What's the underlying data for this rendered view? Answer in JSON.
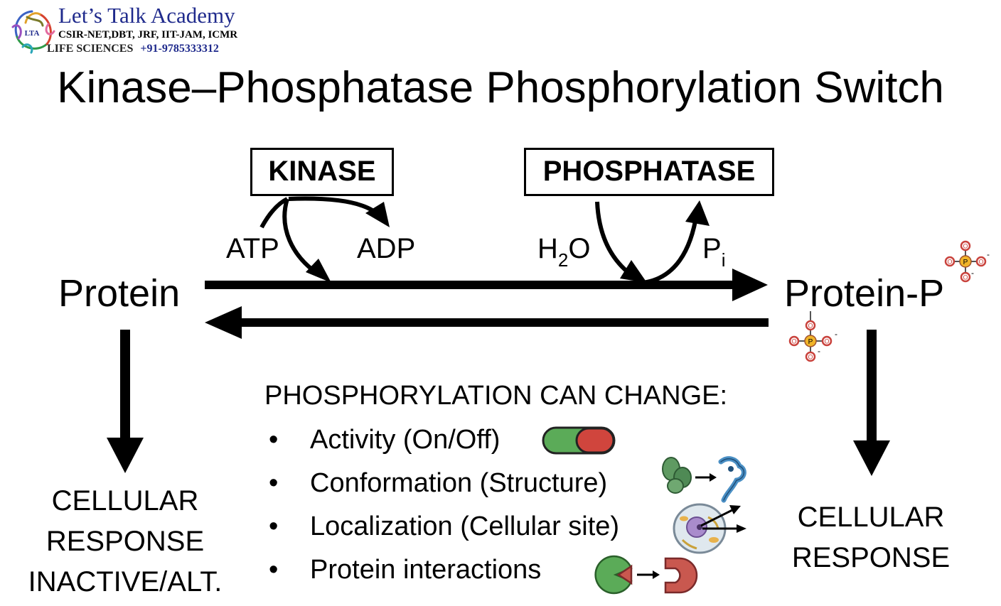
{
  "logo": {
    "name": "Let’s Talk Academy",
    "line1": "CSIR-NET,DBT, JRF, IIT-JAM, ICMR",
    "line2_label": "LIFE SCIENCES",
    "line2_phone": "+91-9785333312",
    "emblem_text": "LTA"
  },
  "title": "Kinase–Phosphatase Phosphorylation Switch",
  "kinase": {
    "label": "KINASE",
    "substrate": "ATP",
    "product": "ADP"
  },
  "phosphatase": {
    "label": "PHOSPHATASE",
    "substrate_main": "H",
    "substrate_sub": "2",
    "substrate_end": "O",
    "product_main": "P",
    "product_sub": "i"
  },
  "left_state": {
    "label": "Protein",
    "response": [
      "CELLULAR",
      "RESPONSE",
      "INACTIVE/ALT."
    ]
  },
  "right_state": {
    "label": "Protein-P",
    "response": [
      "CELLULAR",
      "RESPONSE"
    ]
  },
  "phosphate_group": {
    "center": "P",
    "oxygen": "O",
    "charge": "-"
  },
  "changes": {
    "title": "PHOSPHORYLATION CAN CHANGE:",
    "bullet": "•",
    "items": [
      {
        "label": "Activity (On/Off)",
        "icon": "toggle-icon"
      },
      {
        "label": "Conformation (Structure)",
        "icon": "protein-fold-icon"
      },
      {
        "label": "Localization (Cellular site)",
        "icon": "cell-icon"
      },
      {
        "label": "Protein interactions",
        "icon": "binding-icon"
      }
    ]
  },
  "colors": {
    "logo_blue": "#1f2a8c",
    "toggle_on": "#5bab58",
    "toggle_off": "#d0453d",
    "phosphate_o": "#c9423c",
    "phosphate_p": "#f0b429",
    "protein_blue": "#4a8fc4",
    "protein_green": "#5f9a62"
  }
}
